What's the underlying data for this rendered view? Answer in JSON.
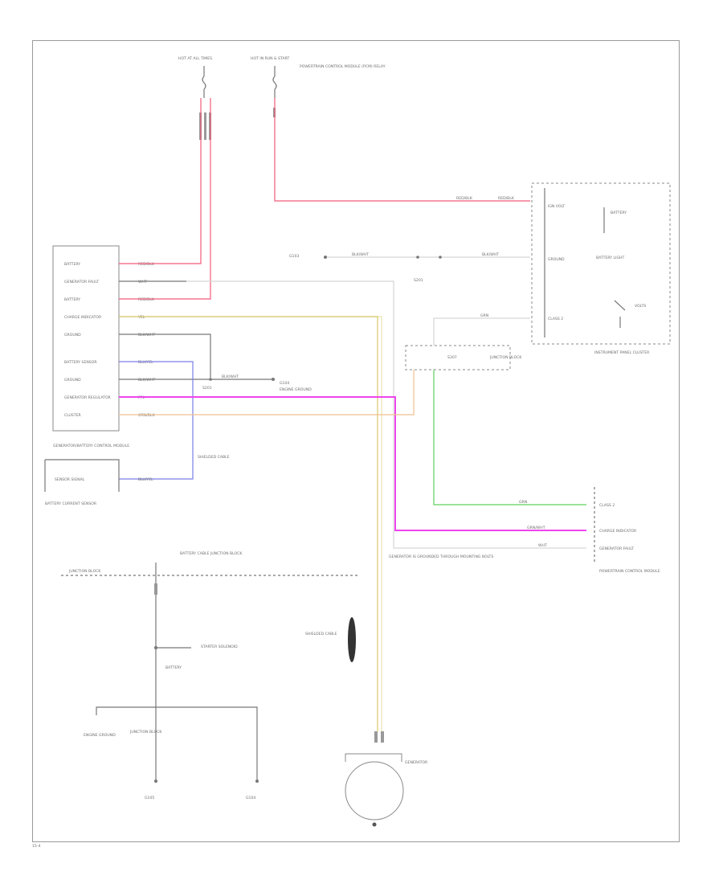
{
  "diagram": {
    "fuse_hot_1": "HOT AT ALL TIMES",
    "fuse_hot_2": "HOT IN RUN & START",
    "fuse_hot_2_note": "POWERTRAIN CONTROL MODULE (PCM) RELAY",
    "module_left_title": "GENERATOR/BATTERY CONTROL MODULE",
    "module_left_pins": [
      "BATTERY",
      "GENERATOR FAULT",
      "BATTERY",
      "CHARGE INDICATOR",
      "GROUND",
      "BATTERY SENSOR",
      "GROUND",
      "GENERATOR REGULATOR",
      "CLUSTER"
    ],
    "module_left_wires": [
      "RED/BLK",
      "WHT",
      "RED/BLK",
      "YEL",
      "BLK/WHT",
      "BLU/YEL",
      "BLK/WHT",
      "PPL",
      "ORN/BLK"
    ],
    "sensor_title": "BATTERY CURRENT SENSOR",
    "sensor_pin": "SENSOR SIGNAL",
    "sensor_wire": "BLU/YEL",
    "cluster_title": "INSTRUMENT PANEL CLUSTER",
    "cluster_pins": [
      "IGN VOLT",
      "GROUND",
      "CLASS 2"
    ],
    "cluster_labels": [
      "BATTERY",
      "BATTERY LIGHT",
      "VOLTS"
    ],
    "cluster_wire": "BLK/WHT",
    "cluster_wire_2": "GRN",
    "ground_label": "G103",
    "splice_label": "S201",
    "splice_label_2": "S307",
    "sheet_label": "BATTERY CABLE JUNCTION BLOCK",
    "pcm_title": "POWERTRAIN CONTROL MODULE",
    "pcm_pins": [
      "CLASS 2",
      "CHARGE INDICATOR",
      "GENERATOR FAULT"
    ],
    "pcm_wires": [
      "GRN",
      "GRN/WHT",
      "WHT"
    ],
    "generator_title": "GENERATOR",
    "generator_note": "GENERATOR IS GROUNDED THROUGH MOUNTING BOLTS",
    "battery_label": "BATTERY",
    "starter_label": "STARTER SOLENOID",
    "junction_label": "JUNCTION BLOCK",
    "ground_label_2": "G104",
    "ground_label_3": "G105",
    "ground_note": "ENGINE GROUND",
    "pulse_note": "SHIELDED CABLE",
    "page_code": "15-4"
  }
}
